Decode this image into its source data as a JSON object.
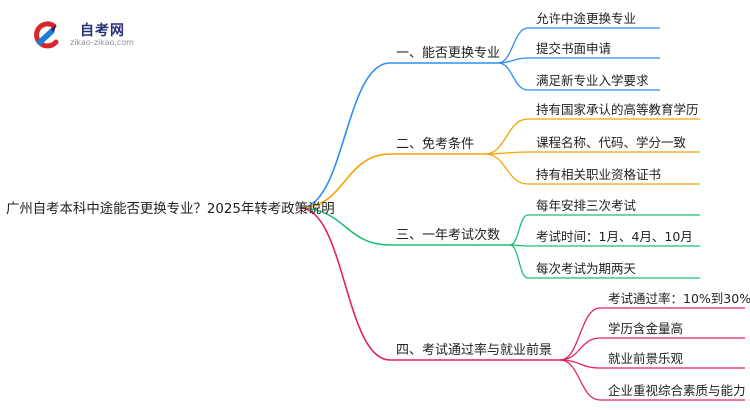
{
  "brand": {
    "name": "自考网",
    "url": "zikao-zikao.com",
    "colors": {
      "red": "#d9252a",
      "blue": "#1d7fd1",
      "navy": "#2a2f7a"
    }
  },
  "root": {
    "label": "广州自考本科中途能否更换专业？2025年转考政策说明",
    "color": "#e0245e"
  },
  "branches": [
    {
      "label": "一、能否更换专业",
      "color": "#2e8ef0",
      "items": [
        "允许中途更换专业",
        "提交书面申请",
        "满足新专业入学要求"
      ]
    },
    {
      "label": "二、免考条件",
      "color": "#f5a300",
      "items": [
        "持有国家承认的高等教育学历",
        "课程名称、代码、学分一致",
        "持有相关职业资格证书"
      ]
    },
    {
      "label": "三、一年考试次数",
      "color": "#1dbf73",
      "items": [
        "每年安排三次考试",
        "考试时间：1月、4月、10月",
        "每次考试为期两天"
      ]
    },
    {
      "label": "四、考试通过率与就业前景",
      "color": "#e0245e",
      "items": [
        "考试通过率：10%到30%",
        "学历含金量高",
        "就业前景乐观",
        "企业重视综合素质与能力"
      ]
    }
  ]
}
